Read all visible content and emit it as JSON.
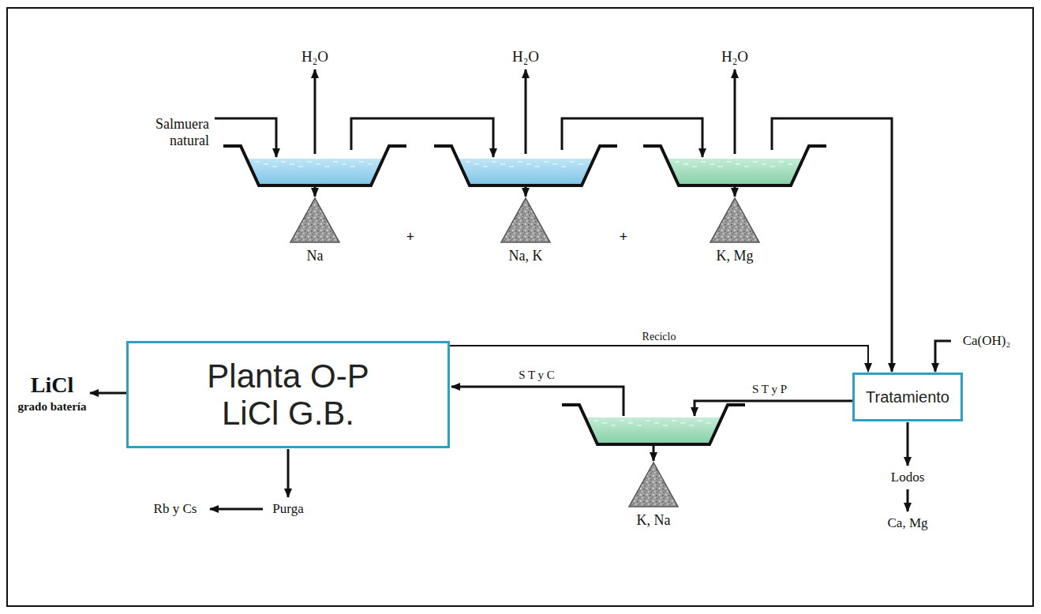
{
  "diagram": {
    "nodes": [
      {
        "text": [
          "Planta O-P LiCl G.B."
        ]
      },
      {
        "text": [
          "Tratamiento"
        ]
      },
      {
        "text": [
          "Na"
        ]
      },
      {
        "text": [
          "Na, K"
        ]
      },
      {
        "text": [
          "K, Mg"
        ]
      },
      {
        "text": [
          "K, Na"
        ]
      }
    ],
    "edges": [
      {
        "from": 0,
        "to": 1,
        "label": "Reciclo",
        "arrow": "to"
      }
    ],
    "labels": [
      "Salmuera natural",
      "H₂O",
      "H₂O",
      "H₂O",
      "+",
      "+",
      "S T y C",
      "S T y P",
      "Ca(OH)₂",
      "Lodos",
      "Ca, Mg",
      "Purga",
      "Rb y Cs",
      "LiCl",
      "grado batería"
    ]
  }
}
